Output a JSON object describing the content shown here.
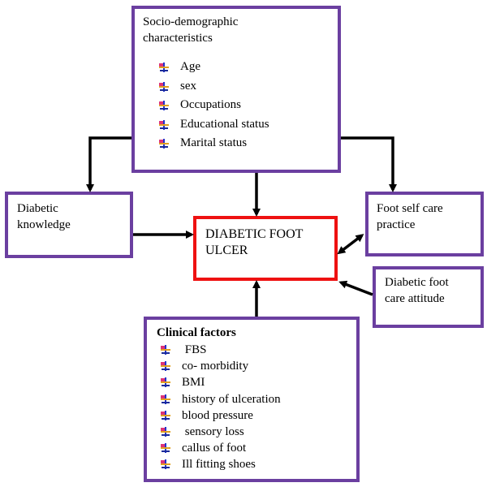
{
  "socio": {
    "title": "Socio-demographic\ncharacteristics",
    "items": [
      "Age",
      "sex",
      "Occupations",
      "Educational status",
      "Marital status"
    ]
  },
  "knowledge": {
    "title": "Diabetic\nknowledge"
  },
  "center": {
    "title": "DIABETIC FOOT\nULCER"
  },
  "selfcare": {
    "title": "Foot self care\npractice"
  },
  "attitude": {
    "title": "Diabetic foot\ncare attitude"
  },
  "clinical": {
    "title": "Clinical factors",
    "items": [
      " FBS",
      "co- morbidity",
      "BMI",
      "history of ulceration",
      "blood pressure",
      " sensory loss",
      "callus of foot",
      "Ill fitting shoes"
    ]
  },
  "colors": {
    "box_border": "#6b3fa0",
    "center_border": "#ee1111",
    "arrow": "#000000"
  },
  "icons": {
    "bullet": "cross-bullet-icon"
  }
}
